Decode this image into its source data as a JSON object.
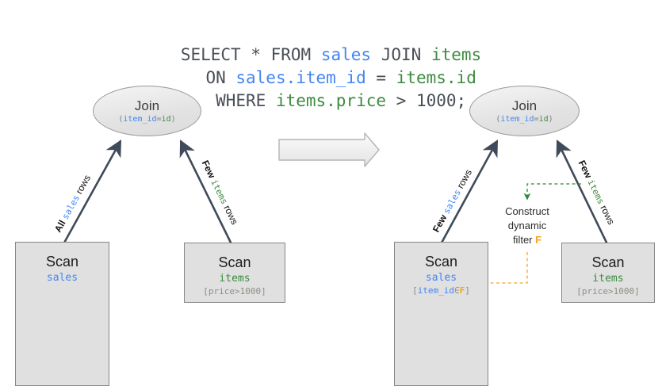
{
  "query": {
    "line1": [
      {
        "t": "SELECT * FROM ",
        "c": "kw"
      },
      {
        "t": "sales",
        "c": "tbl-sales"
      },
      {
        "t": " JOIN ",
        "c": "kw"
      },
      {
        "t": "items",
        "c": "tbl-items"
      }
    ],
    "line2": [
      {
        "t": "  ON ",
        "c": "kw"
      },
      {
        "t": "sales.item_id",
        "c": "tbl-sales"
      },
      {
        "t": " = ",
        "c": "kw"
      },
      {
        "t": "items.id",
        "c": "tbl-items"
      }
    ],
    "line3": [
      {
        "t": "  WHERE ",
        "c": "kw"
      },
      {
        "t": "items.price",
        "c": "tbl-items"
      },
      {
        "t": " > 1000;",
        "c": "kw"
      }
    ],
    "text": "SELECT * FROM sales JOIN items\n  ON sales.item_id = items.id\n  WHERE items.price > 1000;"
  },
  "left_plan": {
    "join": {
      "title": "Join",
      "sub_open": "(",
      "sub_left": "item_id",
      "sub_eq": "=",
      "sub_right": "id",
      "sub_close": ")"
    },
    "scan_sales": {
      "title": "Scan",
      "table": "sales",
      "predicate": ""
    },
    "scan_items": {
      "title": "Scan",
      "table": "items",
      "predicate": "[price>1000]"
    },
    "edge_sales": {
      "qty": "All",
      "table": "sales",
      "unit": "rows"
    },
    "edge_items": {
      "qty": "Few",
      "table": "items",
      "unit": "rows"
    }
  },
  "right_plan": {
    "join": {
      "title": "Join",
      "sub_open": "(",
      "sub_left": "item_id",
      "sub_eq": "=",
      "sub_right": "id",
      "sub_close": ")"
    },
    "scan_sales": {
      "title": "Scan",
      "table": "sales",
      "pred_open": "[",
      "pred_col": "item_id",
      "pred_op": "∈",
      "pred_val": "F",
      "pred_close": "]"
    },
    "scan_items": {
      "title": "Scan",
      "table": "items",
      "predicate": "[price>1000]"
    },
    "edge_sales": {
      "qty": "Few",
      "table": "sales",
      "unit": "rows"
    },
    "edge_items": {
      "qty": "Few",
      "table": "items",
      "unit": "rows"
    },
    "construct": {
      "line1": "Construct",
      "line2": "dynamic",
      "line3": "filter ",
      "filter_name": "F"
    }
  },
  "transition_arrow": {
    "label": ""
  },
  "colors": {
    "sales": "#4285f4",
    "items": "#3d8b40",
    "filter": "#f5a623",
    "edge": "#3f4a5a",
    "node_fill": "#e0e0e0",
    "node_stroke": "#868686",
    "query_text": "#4a4f57"
  }
}
